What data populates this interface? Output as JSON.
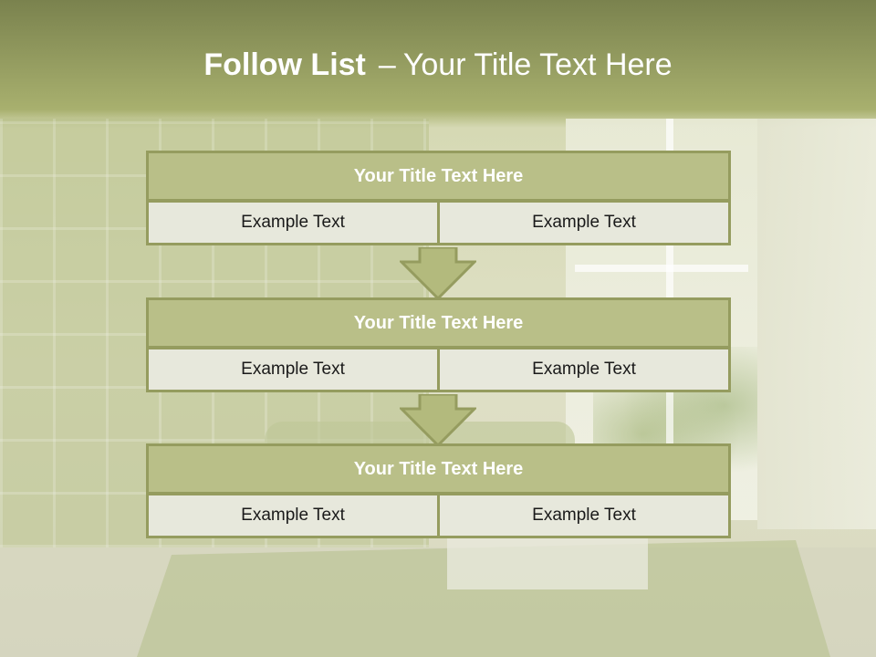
{
  "slide": {
    "title_bold": "Follow List",
    "title_separator": "–",
    "title_rest": "Your Title Text Here"
  },
  "steps": [
    {
      "title": "Your Title Text Here",
      "left": "Example Text",
      "right": "Example Text"
    },
    {
      "title": "Your Title Text Here",
      "left": "Example Text",
      "right": "Example Text"
    },
    {
      "title": "Your Title Text Here",
      "left": "Example Text",
      "right": "Example Text"
    }
  ],
  "colors": {
    "header_fill": "#b9bf88",
    "border": "#959c5f",
    "cell_fill": "#e7e8dc",
    "arrow_fill": "#b3ba7d"
  }
}
